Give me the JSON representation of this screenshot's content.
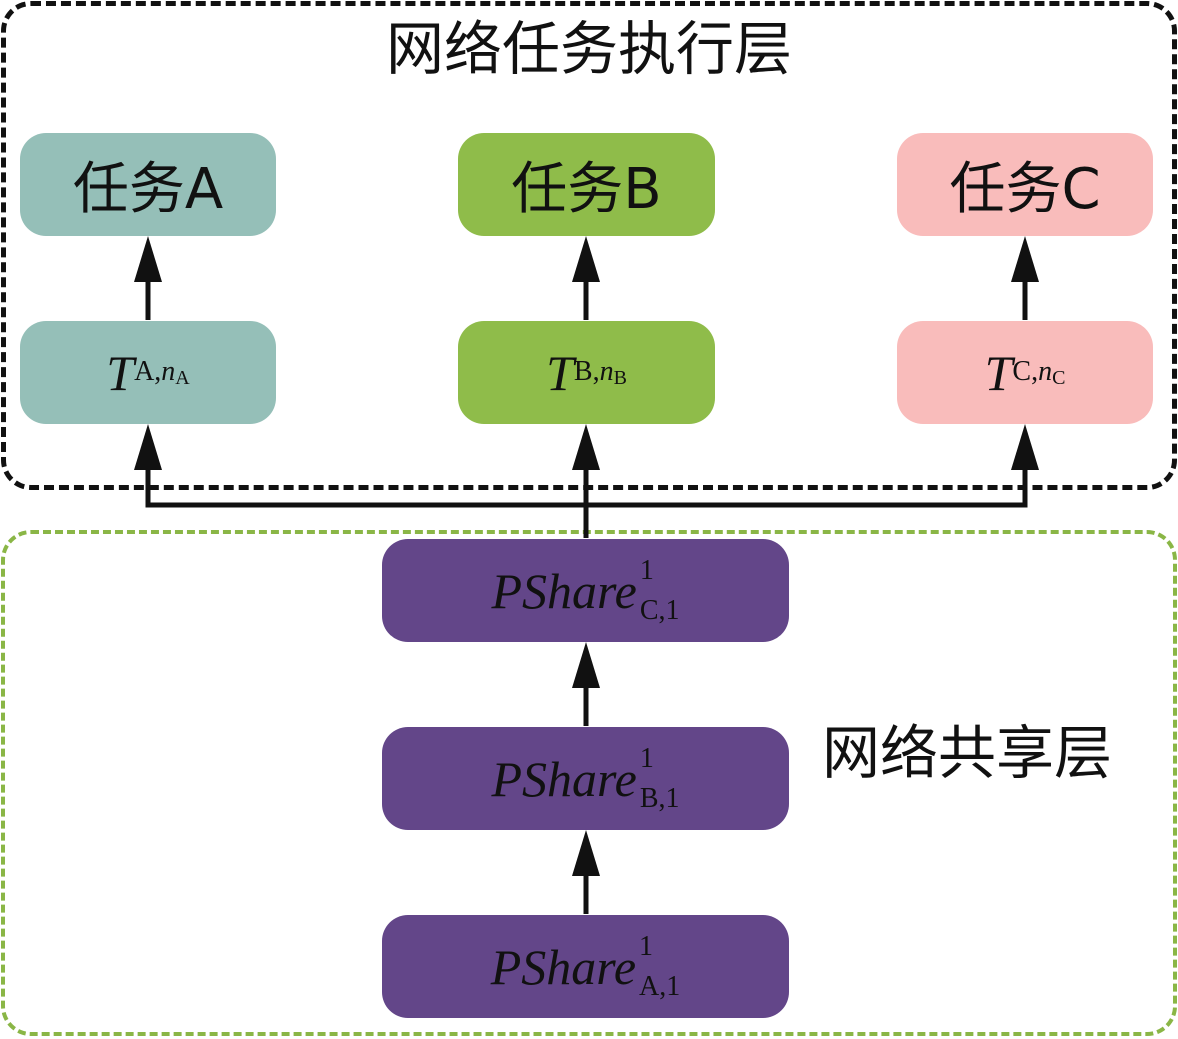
{
  "execution_layer": {
    "title": "网络任务执行层",
    "tasks": [
      {
        "label": "任务A",
        "color": "#95bfb8"
      },
      {
        "label": "任务B",
        "color": "#8fbc4a"
      },
      {
        "label": "任务C",
        "color": "#f9bcbb"
      }
    ],
    "task_nets": [
      {
        "symbol": "T",
        "sub": "A,",
        "sub_var": "n",
        "sub_sub": "A"
      },
      {
        "symbol": "T",
        "sub": "B,",
        "sub_var": "n",
        "sub_sub": "B"
      },
      {
        "symbol": "T",
        "sub": "C,",
        "sub_var": "n",
        "sub_sub": "C"
      }
    ]
  },
  "shared_layer": {
    "title": "网络共享层",
    "color": "#634689",
    "nodes": [
      {
        "name": "PShare",
        "sup": "1",
        "sub": "C,1"
      },
      {
        "name": "PShare",
        "sup": "1",
        "sub": "B,1"
      },
      {
        "name": "PShare",
        "sup": "1",
        "sub": "A,1"
      }
    ]
  },
  "colors": {
    "exec_border": "#111111",
    "share_border": "#8ab646",
    "arrow": "#111111"
  }
}
